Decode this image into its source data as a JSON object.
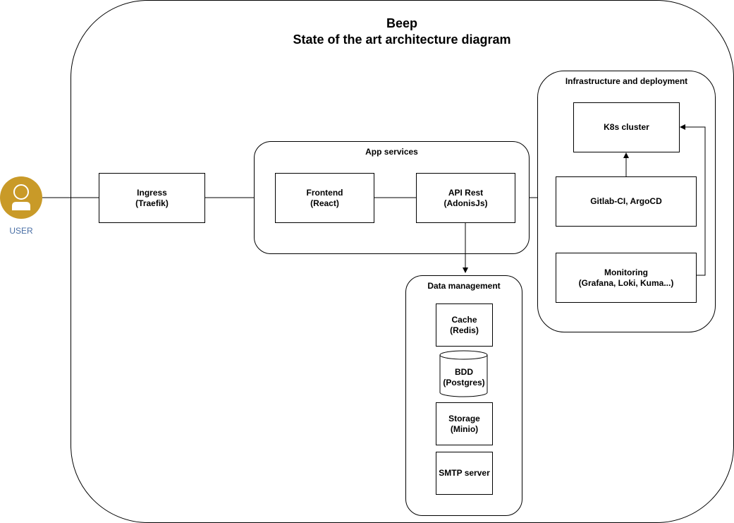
{
  "diagram": {
    "title": "Beep",
    "subtitle": "State of the art architecture diagram",
    "user": {
      "label": "USER",
      "icon": "user-icon",
      "color": "#c99a28"
    },
    "nodes": {
      "ingress": {
        "line1": "Ingress",
        "line2": "(Traefik)"
      },
      "frontend": {
        "line1": "Frontend",
        "line2": "(React)"
      },
      "api": {
        "line1": "API Rest",
        "line2": "(AdonisJs)"
      },
      "cache": {
        "line1": "Cache",
        "line2": "(Redis)"
      },
      "bdd": {
        "line1": "BDD",
        "line2": "(Postgres)"
      },
      "storage": {
        "line1": "Storage",
        "line2": "(Minio)"
      },
      "smtp": {
        "line1": "SMTP server"
      },
      "k8s": {
        "line1": "K8s cluster"
      },
      "gitlab": {
        "line1": "Gitlab-CI, ArgoCD"
      },
      "monitoring": {
        "line1": "Monitoring",
        "line2": "(Grafana, Loki, Kuma...)"
      }
    },
    "groups": {
      "app_services": "App services",
      "data_management": "Data management",
      "infrastructure": "Infrastructure and deployment"
    }
  }
}
